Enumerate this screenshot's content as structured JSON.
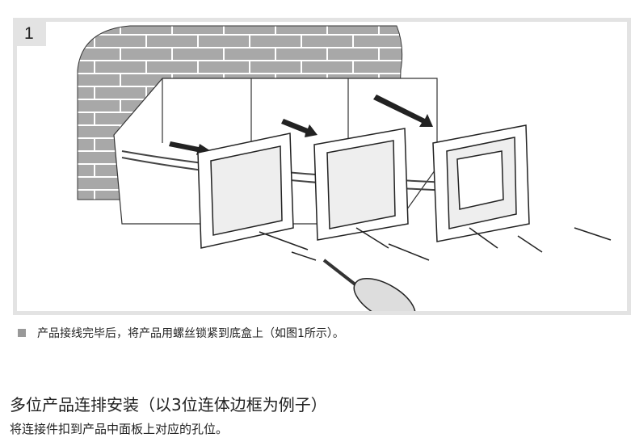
{
  "figure": {
    "number": "1"
  },
  "caption": "产品接线完毕后，将产品用螺丝锁紧到底盒上（如图1所示）。",
  "section": {
    "heading": "多位产品连排安装（以3位连体边框为例子）",
    "text": "将连接件扣到产品中面板上对应的孔位。"
  },
  "colors": {
    "frame_border": "#e3e3e3",
    "brick": "#a8a8a8",
    "bullet": "#999999"
  }
}
